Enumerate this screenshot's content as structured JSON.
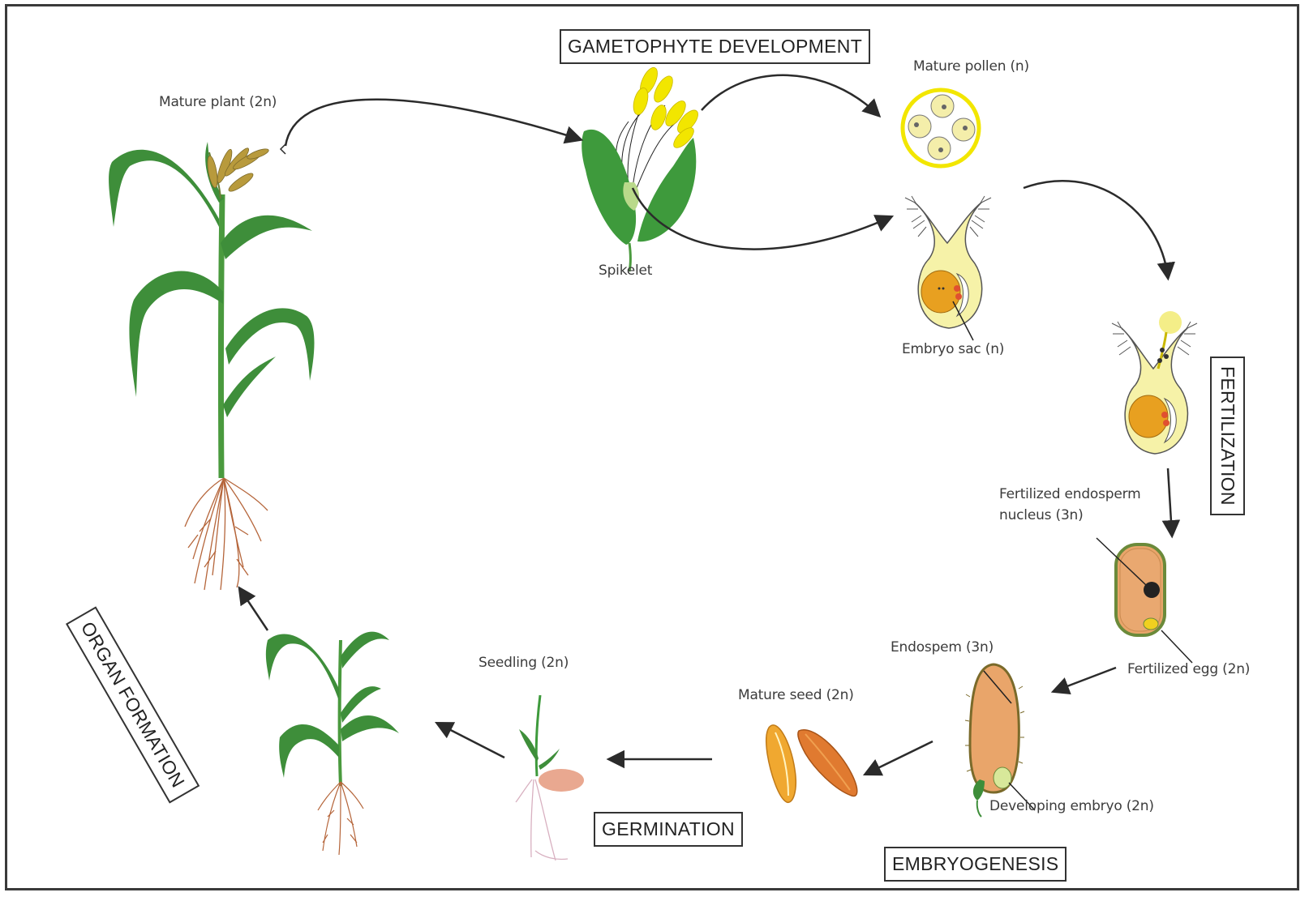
{
  "stages": {
    "gametophyte": "GAMETOPHYTE DEVELOPMENT",
    "fertilization": "FERTILIZATION",
    "embryogenesis": "EMBRYOGENESIS",
    "germination": "GERMINATION",
    "organ_formation": "ORGAN FORMATION"
  },
  "labels": {
    "mature_plant": "Mature plant (2n)",
    "spikelet": "Spikelet",
    "mature_pollen": "Mature pollen (n)",
    "embryo_sac": "Embryo sac (n)",
    "fert_endosperm_line1": "Fertilized endosperm",
    "fert_endosperm_line2": "nucleus (3n)",
    "fertilized_egg": "Fertilized egg (2n)",
    "endosperm": "Endospem (3n)",
    "developing_embryo": "Developing embryo (2n)",
    "mature_seed": "Mature seed (2n)",
    "seedling": "Seedling (2n)"
  },
  "colors": {
    "leaf": "#3e8e3a",
    "pollen_ring": "#f2e600",
    "ovule_fill": "#f6f2a8",
    "embryo_sac": "#e8a020",
    "grain": "#e89a50",
    "root": "#b5653a",
    "arrow": "#2b2b2b"
  }
}
